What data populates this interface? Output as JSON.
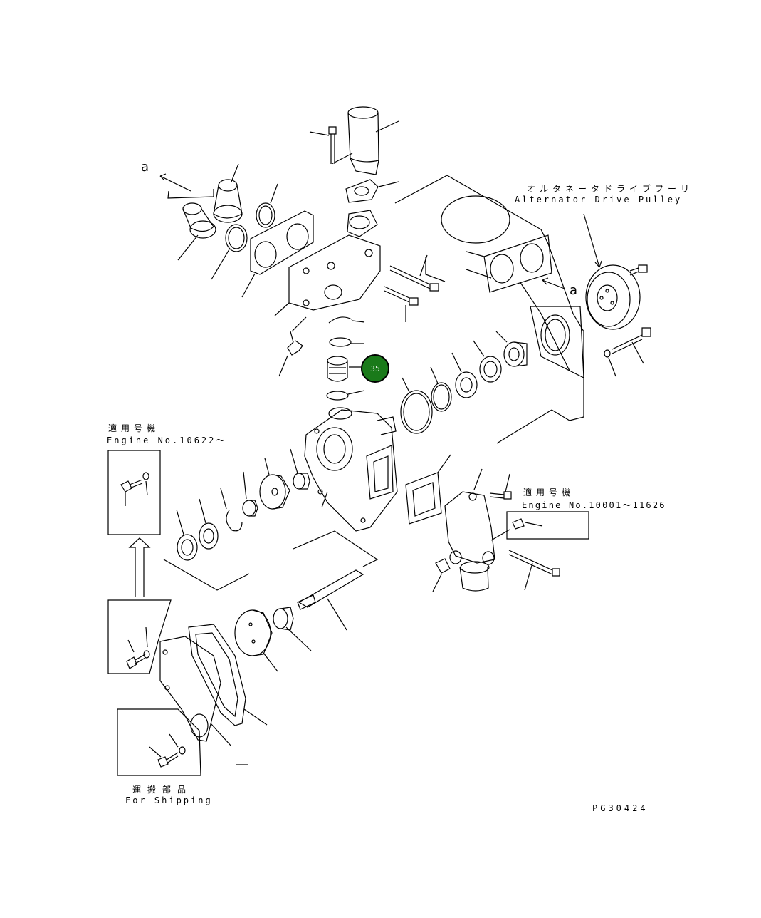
{
  "labels": {
    "arrow_a_left": "a",
    "arrow_a_right": "a",
    "alternator_jp": "オルタネータドライブプーリ",
    "alternator_en": "Alternator Drive Pulley",
    "applicable_jp_1": "適用号機",
    "applicable_en_1": "Engine No.10622～",
    "applicable_jp_2": "適用号機",
    "applicable_en_2": "Engine No.10001～11626",
    "shipping_jp": "運搬部品",
    "shipping_en": "For Shipping",
    "drawing_code": "PG30424"
  },
  "callouts": [
    {
      "number": "35",
      "color": "#1a7a1a"
    }
  ]
}
